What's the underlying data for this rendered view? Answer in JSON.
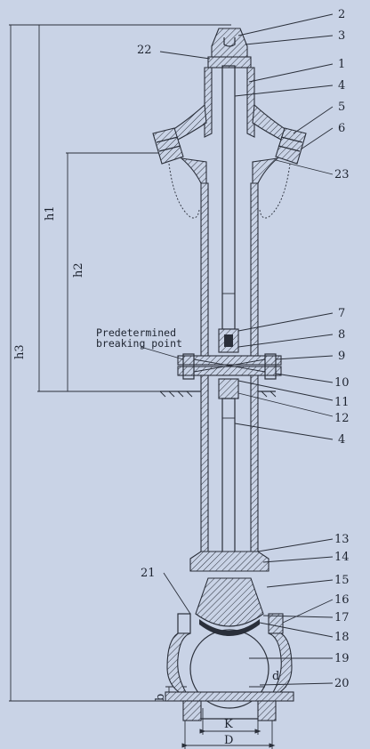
{
  "callouts": [
    {
      "id": "c2",
      "label": "2"
    },
    {
      "id": "c3",
      "label": "3"
    },
    {
      "id": "c22",
      "label": "22"
    },
    {
      "id": "c1",
      "label": "1"
    },
    {
      "id": "c4a",
      "label": "4"
    },
    {
      "id": "c5",
      "label": "5"
    },
    {
      "id": "c6",
      "label": "6"
    },
    {
      "id": "c23",
      "label": "23"
    },
    {
      "id": "c7",
      "label": "7"
    },
    {
      "id": "c8",
      "label": "8"
    },
    {
      "id": "c9",
      "label": "9"
    },
    {
      "id": "c10",
      "label": "10"
    },
    {
      "id": "c11",
      "label": "11"
    },
    {
      "id": "c12",
      "label": "12"
    },
    {
      "id": "c4b",
      "label": "4"
    },
    {
      "id": "c13",
      "label": "13"
    },
    {
      "id": "c14",
      "label": "14"
    },
    {
      "id": "c21",
      "label": "21"
    },
    {
      "id": "c15",
      "label": "15"
    },
    {
      "id": "c16",
      "label": "16"
    },
    {
      "id": "c17",
      "label": "17"
    },
    {
      "id": "c18",
      "label": "18"
    },
    {
      "id": "c19",
      "label": "19"
    },
    {
      "id": "c20",
      "label": "20"
    }
  ],
  "dimensions": {
    "h1": "h1",
    "h2": "h2",
    "h3": "h3",
    "b": "b",
    "K": "K",
    "D": "D",
    "d": "d"
  },
  "note": {
    "line1": "Predetermined",
    "line2": "breaking point"
  },
  "colors": {
    "background": "#c9d3e6",
    "ink": "#2a2f3a"
  }
}
